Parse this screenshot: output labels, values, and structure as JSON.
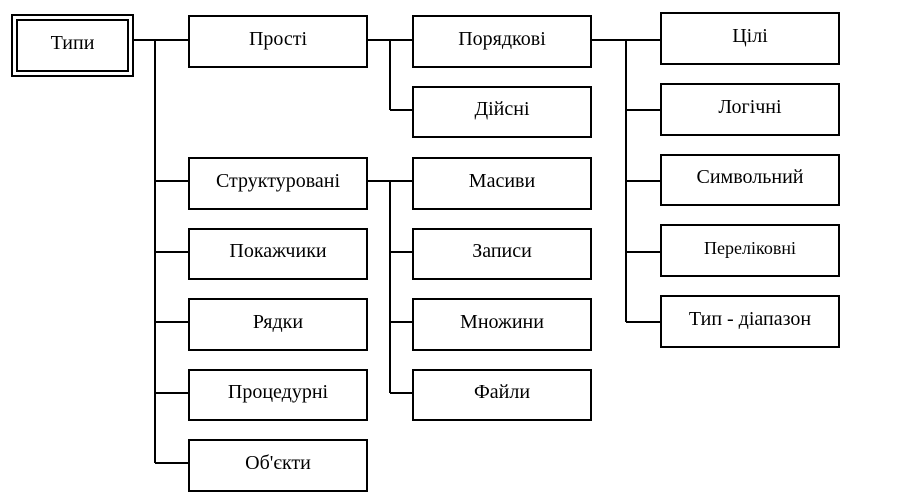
{
  "root": {
    "label": "Типи"
  },
  "level1": {
    "simple": "Прості",
    "structured": "Структуровані",
    "pointers": "Покажчики",
    "strings": "Рядки",
    "procedural": "Процедурні",
    "objects": "Об'єкти"
  },
  "level2": {
    "ordinal": "Порядкові",
    "real": "Дійсні",
    "arrays": "Масиви",
    "records": "Записи",
    "sets": "Множини",
    "files": "Файли"
  },
  "level3": {
    "integer": "Цілі",
    "logical": "Логічні",
    "symbolic": "Символьний",
    "enumerated": "Переліковні",
    "subrange": "Тип - діапазон"
  }
}
